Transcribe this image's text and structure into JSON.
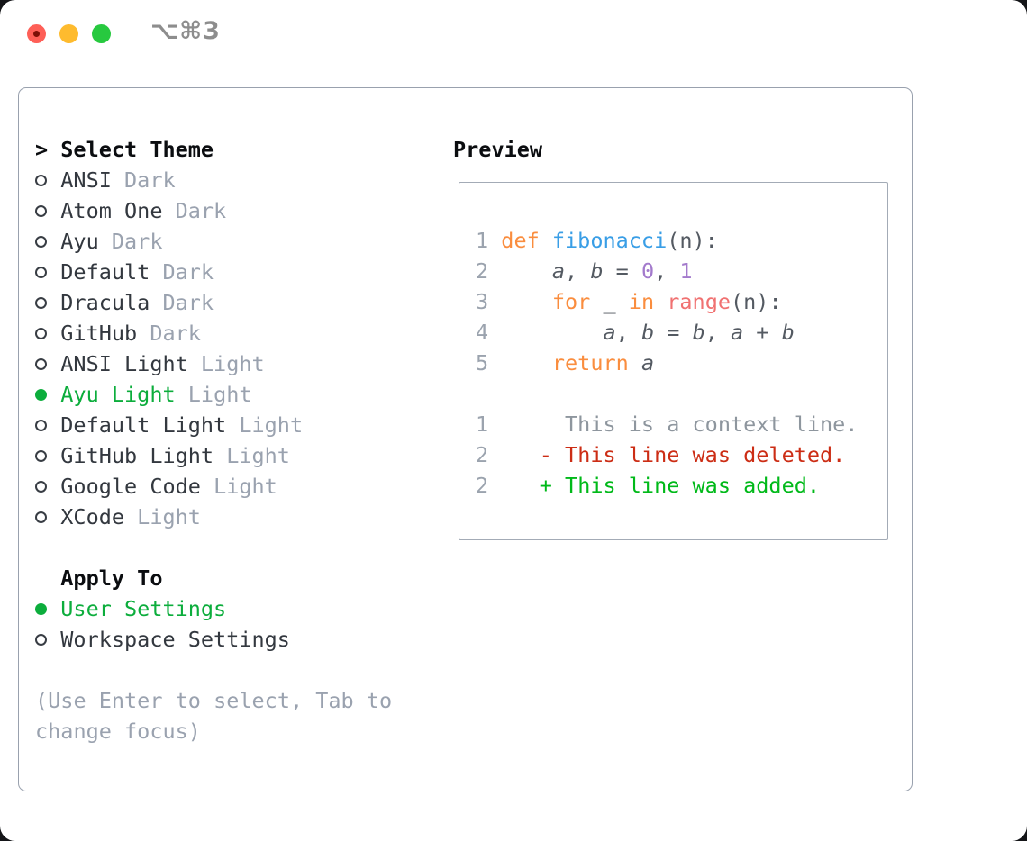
{
  "titlebar": {
    "shortcut": "⌥⌘3",
    "traffic_lights": [
      "close",
      "minimize",
      "zoom"
    ]
  },
  "theme_list": {
    "prompt": ">",
    "title": "Select Theme",
    "items": [
      {
        "name": "ANSI",
        "variant": "Dark",
        "selected": false
      },
      {
        "name": "Atom One",
        "variant": "Dark",
        "selected": false
      },
      {
        "name": "Ayu",
        "variant": "Dark",
        "selected": false
      },
      {
        "name": "Default",
        "variant": "Dark",
        "selected": false
      },
      {
        "name": "Dracula",
        "variant": "Dark",
        "selected": false
      },
      {
        "name": "GitHub",
        "variant": "Dark",
        "selected": false
      },
      {
        "name": "ANSI Light",
        "variant": "Light",
        "selected": false
      },
      {
        "name": "Ayu Light",
        "variant": "Light",
        "selected": true
      },
      {
        "name": "Default Light",
        "variant": "Light",
        "selected": false
      },
      {
        "name": "GitHub Light",
        "variant": "Light",
        "selected": false
      },
      {
        "name": "Google Code",
        "variant": "Light",
        "selected": false
      },
      {
        "name": "XCode",
        "variant": "Light",
        "selected": false
      }
    ]
  },
  "apply_to": {
    "title": "Apply To",
    "options": [
      {
        "label": "User Settings",
        "selected": true
      },
      {
        "label": "Workspace Settings",
        "selected": false
      }
    ]
  },
  "hint": "(Use Enter to select, Tab to change focus)",
  "preview": {
    "title": "Preview",
    "lines": [
      [
        {
          "t": "1 ",
          "c": "lineno"
        },
        {
          "t": "def ",
          "c": "keyword"
        },
        {
          "t": "fibonacci",
          "c": "function"
        },
        {
          "t": "(n):",
          "c": "foreground"
        }
      ],
      [
        {
          "t": "2 ",
          "c": "lineno"
        },
        {
          "t": "    ",
          "c": "foreground"
        },
        {
          "t": "a",
          "c": "foreground",
          "i": true
        },
        {
          "t": ", ",
          "c": "foreground"
        },
        {
          "t": "b",
          "c": "foreground",
          "i": true
        },
        {
          "t": " = ",
          "c": "foreground"
        },
        {
          "t": "0",
          "c": "number"
        },
        {
          "t": ", ",
          "c": "foreground"
        },
        {
          "t": "1",
          "c": "number"
        }
      ],
      [
        {
          "t": "3 ",
          "c": "lineno"
        },
        {
          "t": "    ",
          "c": "foreground"
        },
        {
          "t": "for",
          "c": "keyword"
        },
        {
          "t": " _ ",
          "c": "foreground"
        },
        {
          "t": "in",
          "c": "keyword"
        },
        {
          "t": " ",
          "c": "foreground"
        },
        {
          "t": "range",
          "c": "builtin"
        },
        {
          "t": "(n):",
          "c": "foreground"
        }
      ],
      [
        {
          "t": "4 ",
          "c": "lineno"
        },
        {
          "t": "        ",
          "c": "foreground"
        },
        {
          "t": "a",
          "c": "foreground",
          "i": true
        },
        {
          "t": ", ",
          "c": "foreground"
        },
        {
          "t": "b",
          "c": "foreground",
          "i": true
        },
        {
          "t": " = ",
          "c": "foreground"
        },
        {
          "t": "b",
          "c": "foreground",
          "i": true
        },
        {
          "t": ", ",
          "c": "foreground"
        },
        {
          "t": "a",
          "c": "foreground",
          "i": true
        },
        {
          "t": " + ",
          "c": "foreground"
        },
        {
          "t": "b",
          "c": "foreground",
          "i": true
        }
      ],
      [
        {
          "t": "5 ",
          "c": "lineno"
        },
        {
          "t": "    ",
          "c": "foreground"
        },
        {
          "t": "return",
          "c": "keyword"
        },
        {
          "t": " ",
          "c": "foreground"
        },
        {
          "t": "a",
          "c": "foreground",
          "i": true
        }
      ],
      [],
      [
        {
          "t": "1 ",
          "c": "lineno"
        },
        {
          "t": "     This is a context line.",
          "c": "context"
        }
      ],
      [
        {
          "t": "2 ",
          "c": "lineno"
        },
        {
          "t": "   ",
          "c": "foreground"
        },
        {
          "t": "- This line was deleted.",
          "c": "deleted"
        }
      ],
      [
        {
          "t": "2 ",
          "c": "lineno"
        },
        {
          "t": "   ",
          "c": "foreground"
        },
        {
          "t": "+ This line was added.",
          "c": "added"
        }
      ]
    ]
  },
  "colors": {
    "keyword": "#fa8d3e",
    "function": "#399ee6",
    "number": "#a37acc",
    "builtin": "#f07171",
    "foreground": "#545a62",
    "lineno": "#9ba3ae",
    "context": "#8e969e",
    "deleted": "#cc2d15",
    "added": "#00b919",
    "selected": "#0cad3c",
    "muted": "#9aa2af",
    "text": "#33383f",
    "heading": "#0b0d10",
    "border": "#99a1ae",
    "traffic_red": "#fe5f57",
    "traffic_yellow": "#febb2e",
    "traffic_green": "#27c93f"
  }
}
